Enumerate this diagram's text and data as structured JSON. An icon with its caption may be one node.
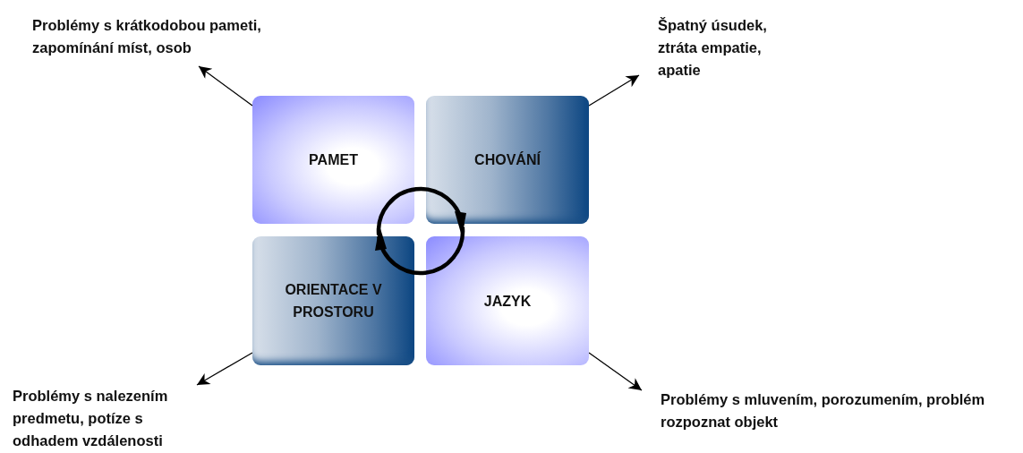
{
  "diagram": {
    "nodes": [
      {
        "text": [
          "PAMET"
        ]
      },
      {
        "text": [
          "CHOVÁNÍ"
        ]
      },
      {
        "text": [
          "ORIENTACE V PROSTORU"
        ]
      },
      {
        "text": [
          "JAZYK"
        ]
      },
      {
        "text": [
          "Problémy s krátkodobou pameti, zapomínání míst, osob"
        ]
      },
      {
        "text": [
          "Špatný úsudek, ztráta empatie, apatie"
        ]
      },
      {
        "text": [
          "Problémy s nalezením predmetu, potíze s odhadem vzdálenosti"
        ]
      },
      {
        "text": [
          "Problémy s mluvením, porozumením, problém rozpoznat objekt"
        ]
      }
    ],
    "edges": [
      {
        "from": 0,
        "to": 4,
        "arrow": "to"
      },
      {
        "from": 1,
        "to": 5,
        "arrow": "to"
      },
      {
        "from": 2,
        "to": 6,
        "arrow": "to"
      },
      {
        "from": 3,
        "to": 7,
        "arrow": "to"
      }
    ]
  }
}
